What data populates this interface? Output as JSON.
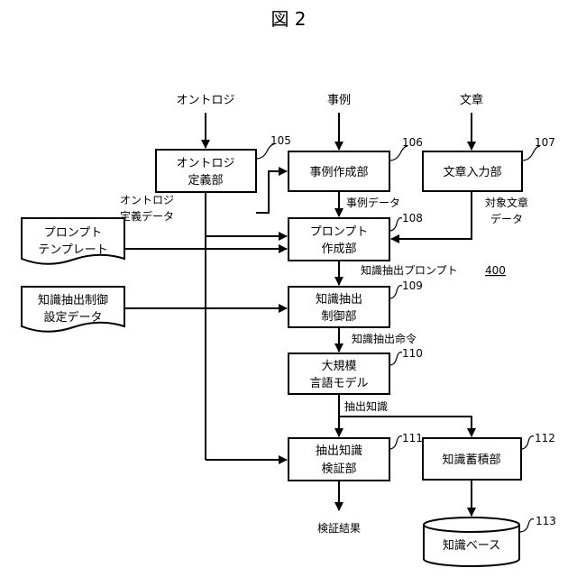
{
  "title": "図 2",
  "inputs": {
    "ontology": "オントロジ",
    "example": "事例",
    "sentence": "文章"
  },
  "boxes": {
    "b105": {
      "lines": [
        "オントロジ",
        "定義部"
      ],
      "ref": "105"
    },
    "b106": {
      "lines": [
        "事例作成部"
      ],
      "ref": "106"
    },
    "b107": {
      "lines": [
        "文章入力部"
      ],
      "ref": "107"
    },
    "b108": {
      "lines": [
        "プロンプト",
        "作成部"
      ],
      "ref": "108"
    },
    "b109": {
      "lines": [
        "知識抽出",
        "制御部"
      ],
      "ref": "109"
    },
    "b110": {
      "lines": [
        "大規模",
        "言語モデル"
      ],
      "ref": "110"
    },
    "b111": {
      "lines": [
        "抽出知識",
        "検証部"
      ],
      "ref": "111"
    },
    "b112": {
      "lines": [
        "知識蓄積部"
      ],
      "ref": "112"
    },
    "b113": {
      "lines": [
        "知識ベース"
      ],
      "ref": "113"
    }
  },
  "docs": {
    "template": [
      "プロンプト",
      "テンプレート"
    ],
    "control": [
      "知識抽出制御",
      "設定データ"
    ]
  },
  "labels": {
    "ontology_def_data": [
      "オントロジ",
      "定義データ"
    ],
    "example_data": "事例データ",
    "target_sentence_data": [
      "対象文章",
      "データ"
    ],
    "prompt_prefix": "知識抽出プロンプト",
    "prompt_ref": "400",
    "command": "知識抽出命令",
    "extracted": "抽出知識",
    "result": "検証結果"
  }
}
